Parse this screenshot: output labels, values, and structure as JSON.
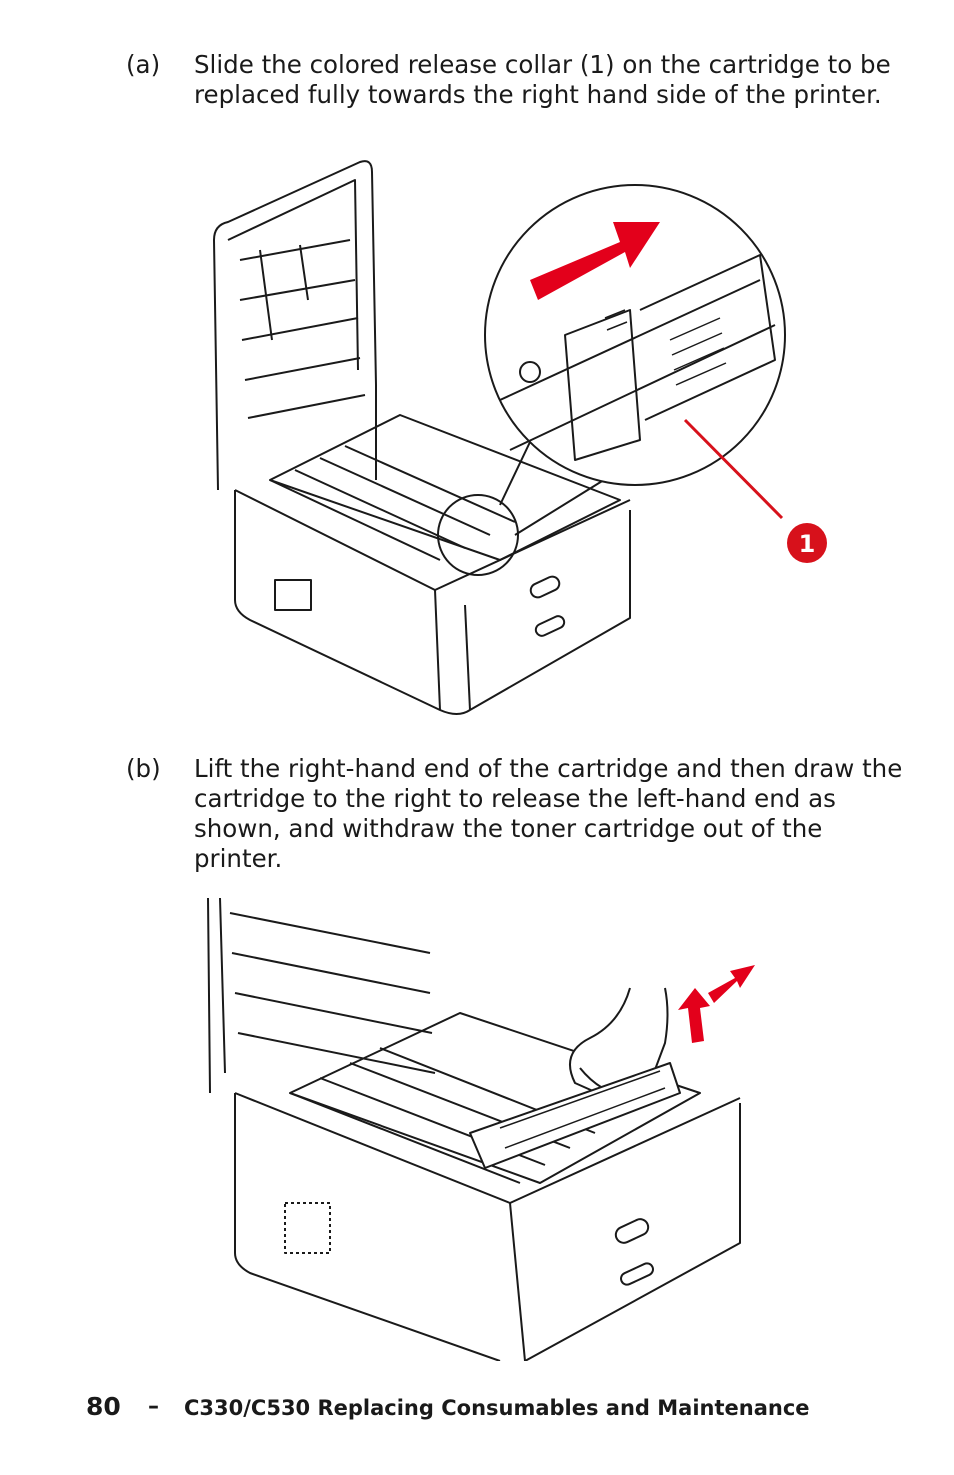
{
  "steps": [
    {
      "marker": "(a)",
      "text": "Slide the colored release collar (1) on the cartridge to be replaced fully towards the right hand side of the printer."
    },
    {
      "marker": "(b)",
      "text": "Lift the right-hand end of the cartridge and then draw the cartridge to the right to release the left-hand end as shown, and withdraw the toner cartridge out of the printer."
    }
  ],
  "figure_a": {
    "callout_number": "1"
  },
  "footer": {
    "page_number": "80",
    "separator": "–",
    "title": "C330/C530 Replacing Consumables and Maintenance"
  },
  "colors": {
    "accent_red": "#e3001b",
    "callout_red": "#d7111b",
    "line": "#1a1a1a"
  },
  "icons": [
    "release-arrow-icon",
    "lift-arrow-icon",
    "callout-badge"
  ]
}
